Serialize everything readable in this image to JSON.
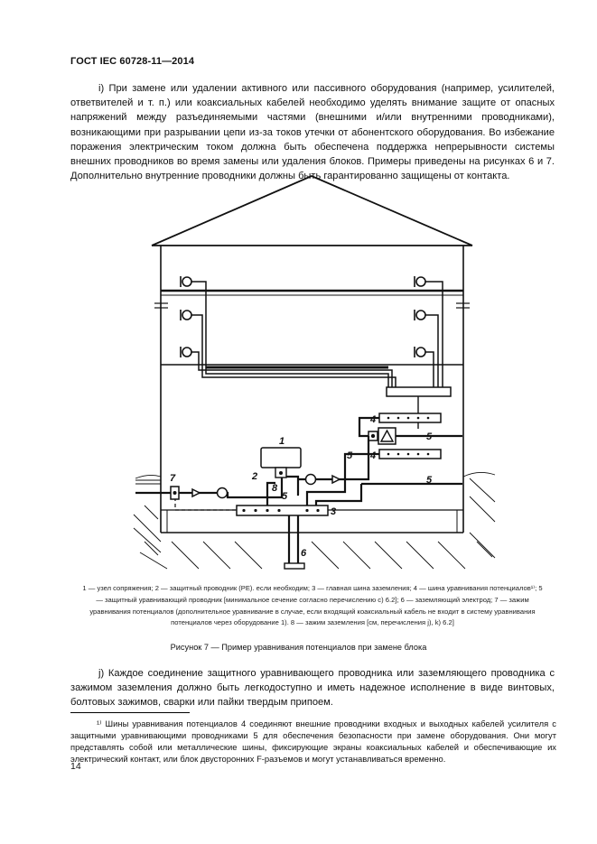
{
  "header": {
    "title": "ГОСТ IEC 60728-11—2014"
  },
  "paragraph_i": "i) При замене или удалении активного или пассивного оборудования (например, усилителей, ответвителей и т. п.) или коаксиальных кабелей необходимо уделять внимание защите от опасных напряжений между разъединяемыми частями (внешними и/или внутренними проводниками), возникающими при разрывании цепи из-за токов утечки от абонентского оборудования. Во избежание поражения электрическим током должна быть обеспечена поддержка непрерывности системы внешних проводников во время замены или удаления блоков. Примеры приведены на рисунках 6 и 7. Дополнительно внутренние проводники должны быть гарантированно защищены от контакта.",
  "figure": {
    "labels": {
      "l1": "1",
      "l2": "2",
      "l3": "3",
      "l4a": "4",
      "l4b": "4",
      "l5a": "5",
      "l5b": "5",
      "l5c": "5",
      "l5d": "5",
      "l6": "6",
      "l7": "7",
      "l8": "8"
    }
  },
  "legend": [
    "1 — узел сопряжения; 2 — защитный проводник (PE). если необходим; 3 — главная шина заземления; 4 — шина уравнивания потенциалов¹⁾; 5 — защитный уравнивающий проводник [минимальное сечение согласно перечислению с) 6.2];",
    "6 — заземляющий электрод; 7 — зажим уравнивания потенциалов (дополнительное уравнивание в случае, если входящий коаксиальный кабель не входит в систему уравнивания потенциалов через оборудование 1). 8 — зажим заземления [см, перечисления j), k) 6.2]"
  ],
  "caption": "Рисунок 7 — Пример уравнивания потенциалов при замене блока",
  "paragraph_j": "j) Каждое соединение защитного уравнивающего проводника или заземляющего проводника с зажимом заземления должно быть легкодоступно и иметь надежное исполнение в виде винтовых, болтовых зажимов, сварки или пайки твердым припоем.",
  "footnote": "¹⁾ Шины уравнивания потенциалов 4 соединяют внешние проводники входных и выходных кабелей усилителя с защитными уравнивающими проводниками 5 для обеспечения безопасности при замене оборудования. Они могут представлять собой или металлические шины, фиксирующие экраны коаксиальных кабелей и обеспечивающие их электрический контакт, или блок двусторонних F-разъемов и могут устанавливаться временно.",
  "page_number": "14"
}
